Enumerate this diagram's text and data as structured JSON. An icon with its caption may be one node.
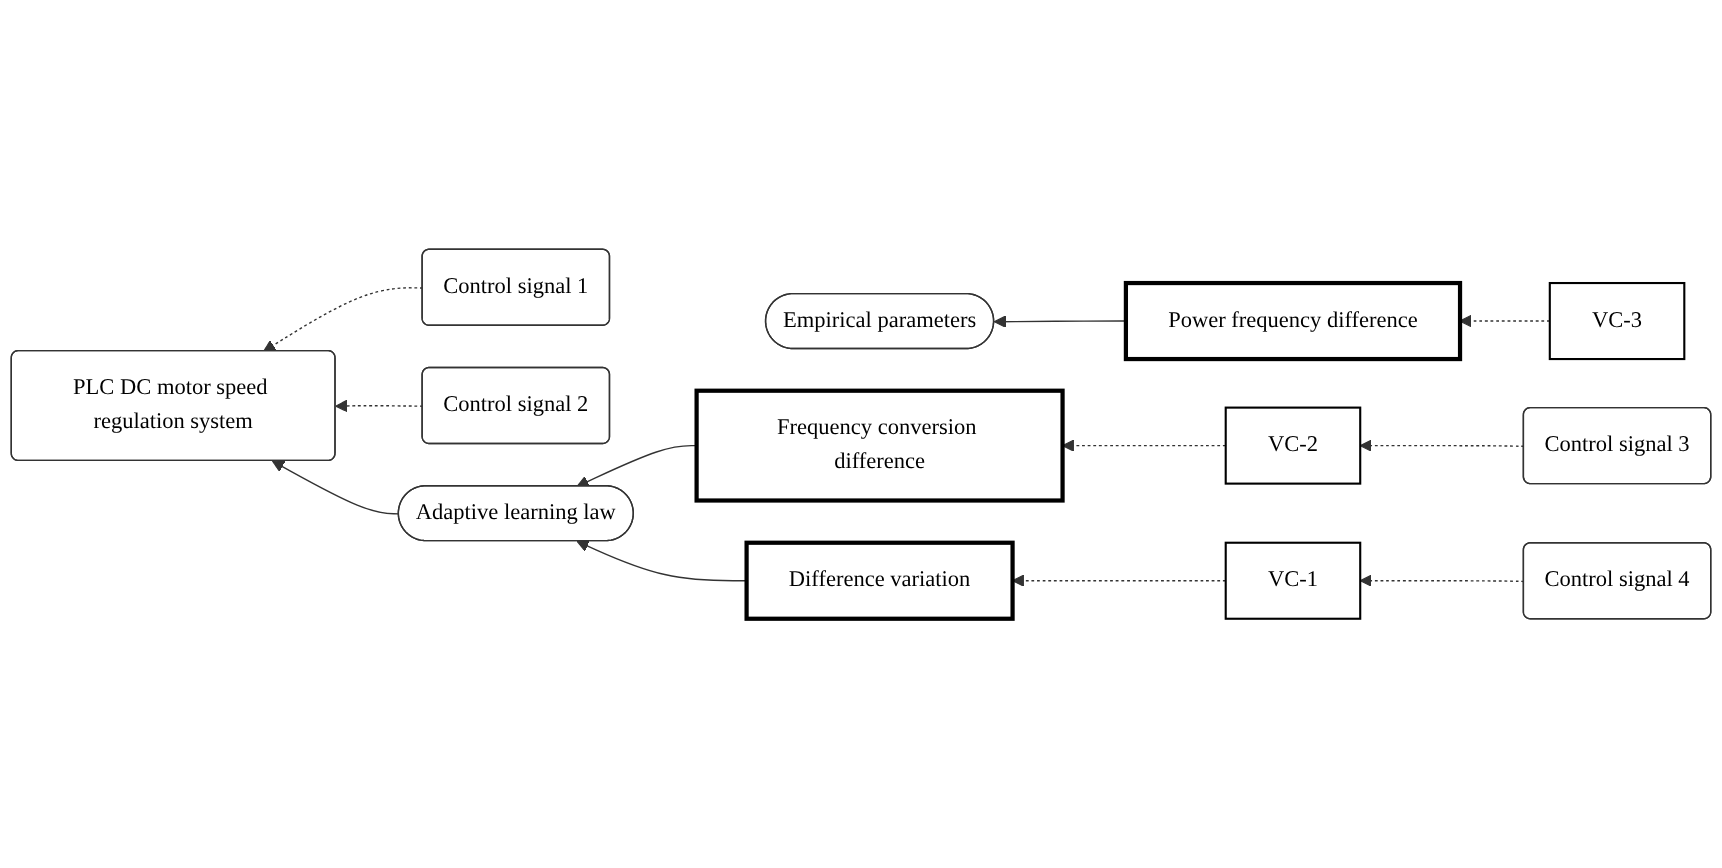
{
  "diagram": {
    "nodes": [
      {
        "text": [
          "PLC DC motor speed regulation system"
        ]
      },
      {
        "text": [
          "Empirical parameters"
        ]
      },
      {
        "text": [
          "Power frequency difference"
        ]
      },
      {
        "text": [
          "VC-3"
        ]
      },
      {
        "text": [
          "Control signal 1"
        ]
      },
      {
        "text": [
          "Control signal 2"
        ]
      },
      {
        "text": [
          "Adaptive learning law"
        ]
      },
      {
        "text": [
          "Frequency conversion difference"
        ]
      },
      {
        "text": [
          "VC-2"
        ]
      },
      {
        "text": [
          "Control signal 3"
        ]
      },
      {
        "text": [
          "Difference variation"
        ]
      },
      {
        "text": [
          "VC-1"
        ]
      },
      {
        "text": [
          "Control signal 4"
        ]
      }
    ],
    "edges": [
      {
        "from": 4,
        "to": 0,
        "arrow": "to",
        "style": "dashed"
      },
      {
        "from": 3,
        "to": 2,
        "arrow": "to",
        "style": "dashed"
      },
      {
        "from": 2,
        "to": 1,
        "arrow": "to"
      },
      {
        "from": 5,
        "to": 0,
        "arrow": "to",
        "style": "dashed"
      },
      {
        "from": 6,
        "to": 0,
        "arrow": "to"
      },
      {
        "from": 7,
        "to": 6,
        "arrow": "to"
      },
      {
        "from": 10,
        "to": 6,
        "arrow": "to"
      },
      {
        "from": 8,
        "to": 7,
        "arrow": "to",
        "style": "dashed"
      },
      {
        "from": 9,
        "to": 8,
        "arrow": "to",
        "style": "dashed"
      },
      {
        "from": 11,
        "to": 10,
        "arrow": "to",
        "style": "dashed"
      },
      {
        "from": 12,
        "to": 11,
        "arrow": "to",
        "style": "dashed"
      }
    ]
  }
}
